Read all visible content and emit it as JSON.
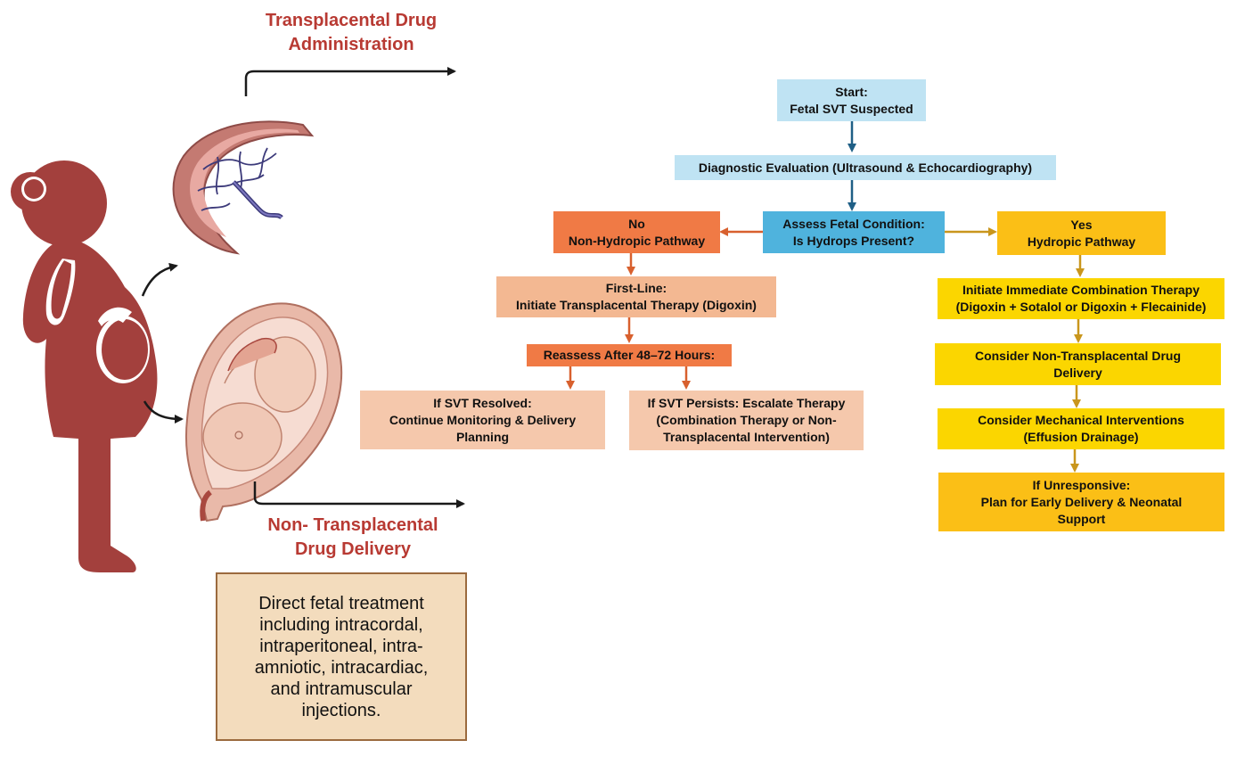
{
  "titles": {
    "transplacental_line1": "Transplacental Drug",
    "transplacental_line2": "Administration",
    "non_transplacental_line1": "Non- Transplacental",
    "non_transplacental_line2": "Drug Delivery"
  },
  "info_box": {
    "lines": [
      "Direct fetal treatment",
      "including intracordal,",
      "intraperitoneal, intra-",
      "amniotic, intracardiac,",
      "and intramuscular",
      "injections."
    ]
  },
  "flowchart": {
    "start": [
      "Start:",
      "Fetal SVT Suspected"
    ],
    "diagnostic": [
      "Diagnostic Evaluation (Ultrasound & Echocardiography)"
    ],
    "assess": [
      "Assess Fetal Condition:",
      "Is Hydrops Present?"
    ],
    "no_branch": [
      "No",
      "Non-Hydropic Pathway"
    ],
    "yes_branch": [
      "Yes",
      "Hydropic Pathway"
    ],
    "first_line": [
      "First-Line:",
      "Initiate Transplacental Therapy (Digoxin)"
    ],
    "reassess": [
      "Reassess After 48–72 Hours:"
    ],
    "resolved": [
      "If SVT Resolved:",
      "Continue Monitoring & Delivery",
      "Planning"
    ],
    "persists": [
      "If SVT Persists: Escalate Therapy",
      "(Combination Therapy or Non-",
      "Transplacental Intervention)"
    ],
    "combination": [
      "Initiate Immediate Combination Therapy",
      "(Digoxin + Sotalol or Digoxin + Flecainide)"
    ],
    "non_transplacental": [
      "Consider Non-Transplacental Drug",
      "Delivery"
    ],
    "mechanical": [
      "Consider Mechanical Interventions",
      "(Effusion Drainage)"
    ],
    "unresponsive": [
      "If Unresponsive:",
      "Plan for Early Delivery & Neonatal",
      "Support"
    ]
  },
  "colors": {
    "title_red": "#b83a33",
    "light_blue": "#bfe3f3",
    "mid_blue": "#4fb3dd",
    "dark_blue_arrow": "#1f5f86",
    "orange": "#f07a45",
    "light_orange": "#f3b892",
    "peach": "#f5c8ac",
    "amber": "#fbbf16",
    "yellow": "#fbd600",
    "gold_arrow": "#c9961d",
    "orange_arrow": "#d8602e",
    "maternal_red": "#a3403d",
    "info_fill": "#f3dcbd",
    "info_border": "#9b6a3e"
  }
}
